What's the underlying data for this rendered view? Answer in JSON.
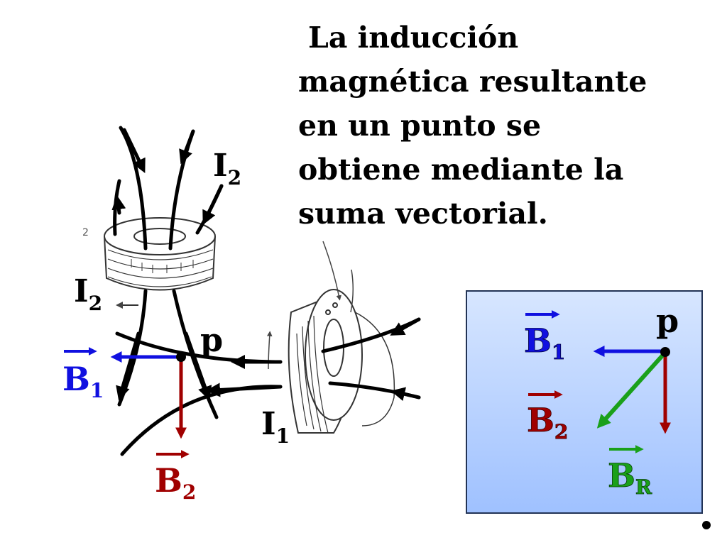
{
  "caption": {
    "lines": [
      "La inducción",
      "magnética resultante",
      "en un punto se",
      "obtiene mediante la",
      "suma vectorial."
    ]
  },
  "left": {
    "coil_label_top": {
      "main": "I",
      "sub": "2"
    },
    "current_label_top": {
      "main": "I",
      "sub": "2"
    },
    "current_label_bottom": {
      "main": "I",
      "sub": "1"
    },
    "point_label": "p",
    "b1_label": {
      "main": "B",
      "sub": "1"
    },
    "b2_label": {
      "main": "B",
      "sub": "2"
    },
    "sketch_number": "2"
  },
  "box": {
    "point_label": "p",
    "b1_label": {
      "main": "B",
      "sub": "1"
    },
    "b2_label": {
      "main": "B",
      "sub": "2"
    },
    "br_label": {
      "main": "B",
      "sub": "R"
    }
  },
  "colors": {
    "b1": "#1010e0",
    "b2": "#a00000",
    "br": "#1aa01a",
    "box_fill": "#a8c8ff",
    "box_stroke": "#223355",
    "line": "#000000"
  }
}
